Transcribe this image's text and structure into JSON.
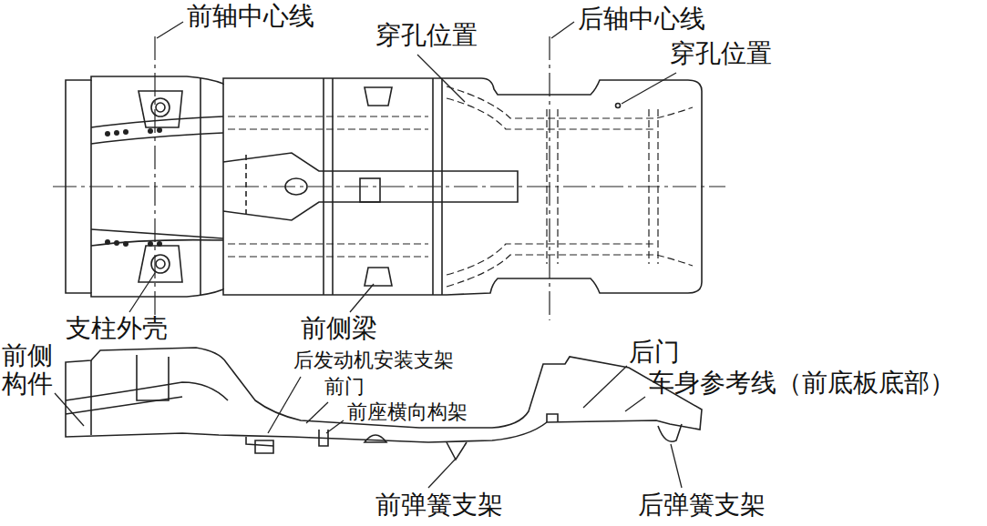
{
  "diagram": {
    "labels": [
      "前轴中心线",
      "穿孔位置",
      "后轴中心线",
      "穿孔位置",
      "支柱外壳",
      "前侧梁",
      "前侧 构件",
      "后发动机安装支架",
      "前门",
      "前座横向构架",
      "后门",
      "车身参考线（前底板底部）",
      "前弹簧支架",
      "后弹簧支架"
    ]
  }
}
